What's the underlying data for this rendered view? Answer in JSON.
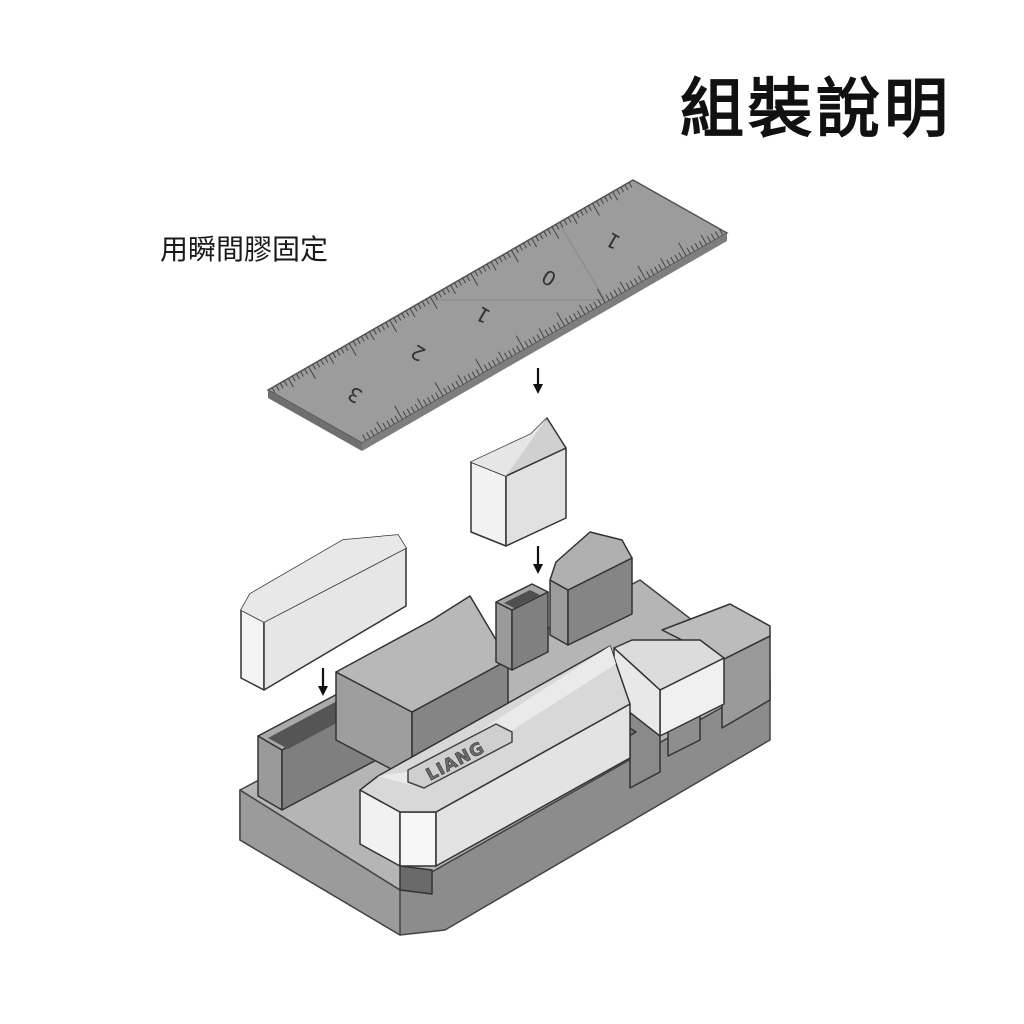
{
  "title": "組裝說明",
  "note": "用瞬間膠固定",
  "ruler": {
    "scale_labels": [
      "3",
      "2",
      "1",
      "0",
      "1"
    ]
  },
  "base": {
    "logo_text": "LIANG"
  },
  "colors": {
    "ink": "#111111",
    "part_light": "#eeeeee",
    "part_mid": "#d2d2d2",
    "part_dark": "#a9a9a9",
    "base_top": "#b5b5b5",
    "base_side": "#8c8c8c",
    "ruler_face": "#9c9c9c"
  }
}
